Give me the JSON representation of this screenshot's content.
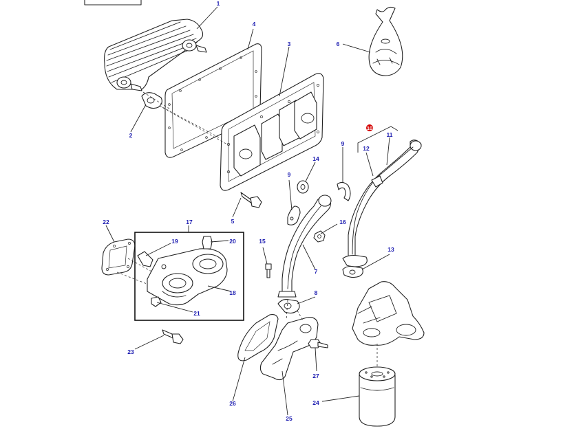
{
  "callouts": {
    "c1": "1",
    "c2": "2",
    "c3": "3",
    "c4": "4",
    "c5": "5",
    "c6": "6",
    "c7": "7",
    "c8": "8",
    "c9a": "9",
    "c9b": "9",
    "c10": "10",
    "c11": "11",
    "c12": "12",
    "c13": "13",
    "c14": "14",
    "c15": "15",
    "c16": "16",
    "c17": "17",
    "c18": "18",
    "c19": "19",
    "c20": "20",
    "c21": "21",
    "c22": "22",
    "c23": "23",
    "c24": "24",
    "c25": "25",
    "c26": "26",
    "c27": "27"
  },
  "colors": {
    "callout_text": "#1a1ab0",
    "highlight_badge": "#d40000",
    "line": "#222222"
  }
}
